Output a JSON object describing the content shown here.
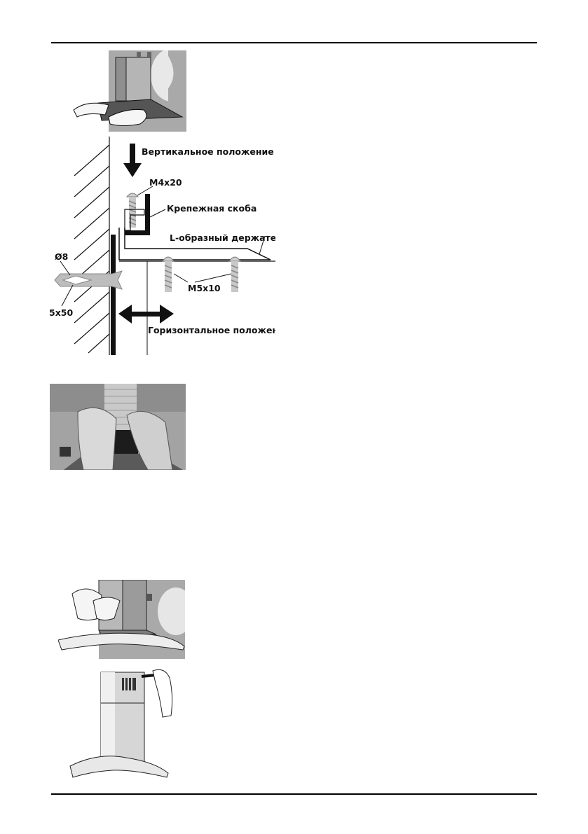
{
  "diagram": {
    "vertical_label": "Вертикальное положение",
    "horizontal_label": "Горизонтальное положение",
    "screw_top": "M4x20",
    "bracket": "Крепежная скоба",
    "holder": "L-образный держатель",
    "screws_bottom": "M5x10",
    "dowel_diameter": "Ø8",
    "dowel_size": "5x50"
  },
  "colors": {
    "photo_bg": "#a8a8a8",
    "photo_dark": "#6e6e6e",
    "line": "#111111"
  }
}
